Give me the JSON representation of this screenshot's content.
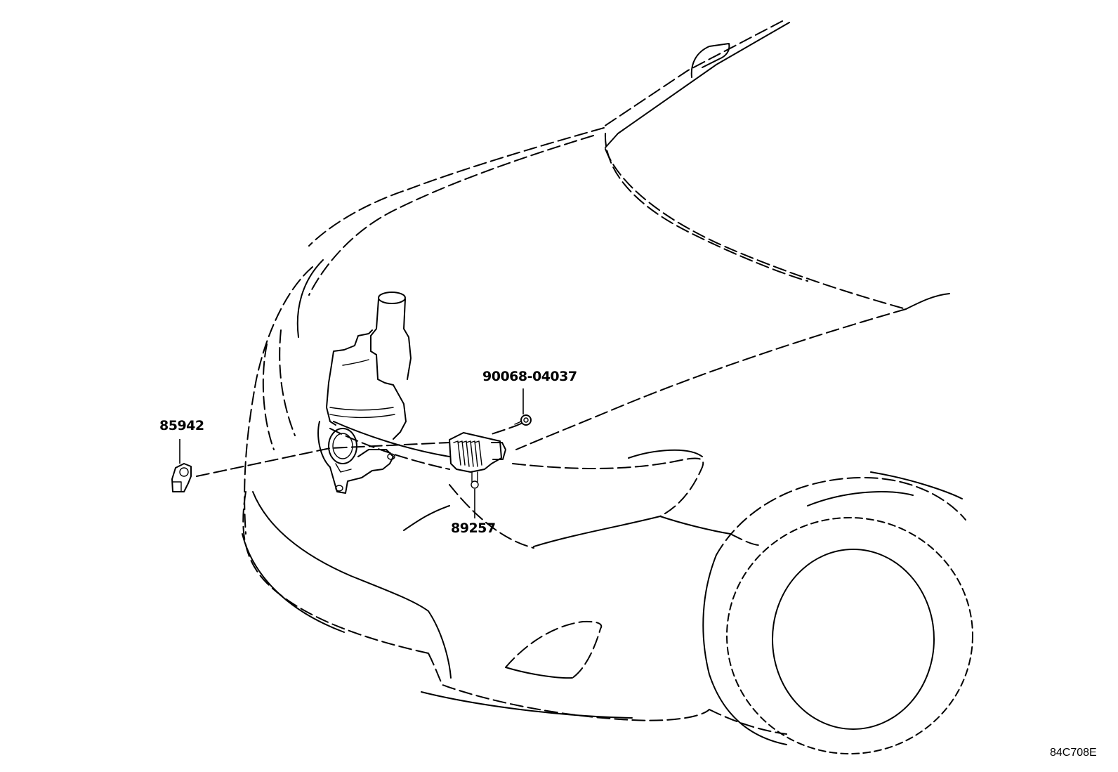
{
  "parts": [
    {
      "id": "part-89257",
      "number": "89257"
    },
    {
      "id": "part-85942",
      "number": "85942"
    },
    {
      "id": "part-90068-04037",
      "number": "90068-04037"
    }
  ],
  "diagram_code": "84C708E"
}
